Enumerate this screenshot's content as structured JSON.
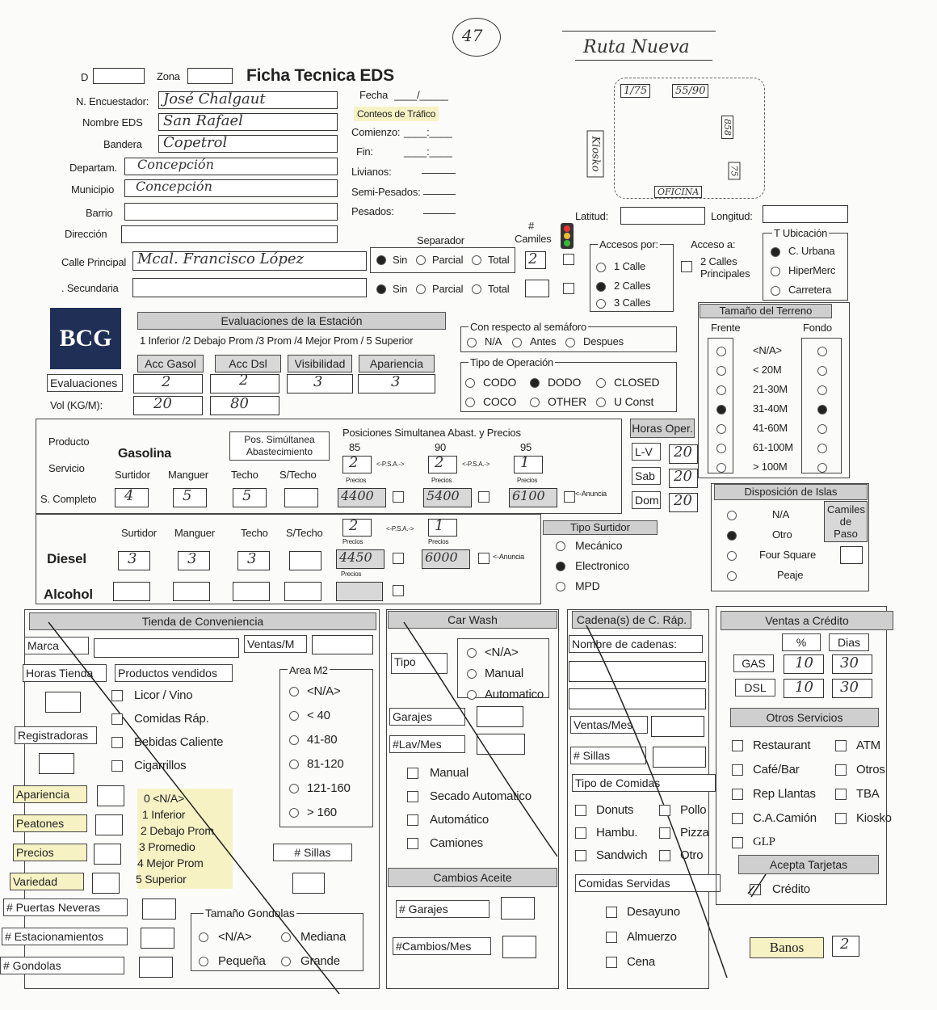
{
  "page_number": "47",
  "route_note": "Ruta Nueva",
  "sketch": {
    "box1": "1/75",
    "box2": "55/90",
    "kiosk": "Kiosko",
    "oficina": "OFICINA",
    "pump1": "858",
    "pump2": "75"
  },
  "header": {
    "title": "Ficha Tecnica EDS",
    "id_label": "D",
    "zona_label": "Zona",
    "encuestador_label": "N. Encuestador:",
    "encuestador_value": "José Chalgaut",
    "nombre_eds_label": "Nombre EDS",
    "nombre_eds_value": "San Rafael",
    "bandera_label": "Bandera",
    "bandera_value": "Copetrol",
    "departam_label": "Departam.",
    "departam_value": "Concepción",
    "municipio_label": "Municipio",
    "municipio_value": "Concepción",
    "barrio_label": "Barrio",
    "direccion_label": "Dirección",
    "calle_principal_label": "Calle Principal",
    "calle_principal_value": "Mcal. Francisco López",
    "secundaria_label": ". Secundaria"
  },
  "traffic": {
    "fecha_label": "Fecha",
    "fecha_line": "____/_____",
    "conteos_label": "Conteos de Tráfico",
    "comienzo_label": "Comienzo:",
    "comienzo_line": "____:____",
    "fin_label": "Fin:",
    "fin_line": "____:____",
    "livianos_label": "Livianos:",
    "semipesados_label": "Semi-Pesados:",
    "pesados_label": "Pesados:"
  },
  "geo": {
    "latitud_label": "Latitud:",
    "longitud_label": "Longitud:"
  },
  "separador": {
    "label": "Separador",
    "camiles_label": "Camiles",
    "hash": "#",
    "options": [
      "Sin",
      "Parcial",
      "Total"
    ],
    "principal_selected": "Sin",
    "principal_camiles": "2",
    "secundaria_selected": "Sin"
  },
  "accesos": {
    "label": "Accesos por:",
    "options": [
      "1 Calle",
      "2 Calles",
      "3 Calles"
    ],
    "selected": "2 Calles",
    "acceso_a_label": "Acceso a:",
    "acceso_a_option": "2 Calles Principales"
  },
  "ubicacion": {
    "label": "T Ubicación",
    "options": [
      "C. Urbana",
      "HiperMerc",
      "Carretera"
    ],
    "selected": "C. Urbana"
  },
  "bcg_logo": "BCG",
  "evaluaciones": {
    "header": "Evaluaciones de la Estación",
    "scale": "1 Inferior /2 Debajo Prom /3 Prom /4 Mejor Prom / 5 Superior",
    "columns": [
      "Acc Gasol",
      "Acc Dsl",
      "Visibilidad",
      "Apariencia"
    ],
    "row_label": "Evaluaciones",
    "values": [
      "2",
      "2",
      "3",
      "3"
    ],
    "vol_label": "Vol (KG/M):",
    "vol_values": [
      "20",
      "80"
    ]
  },
  "semaforo": {
    "label": "Con respecto al semáforo",
    "options": [
      "N/A",
      "Antes",
      "Despues"
    ]
  },
  "tipo_operacion": {
    "label": "Tipo de Operación",
    "options": [
      "CODO",
      "DODO",
      "CLOSED",
      "COCO",
      "OTHER",
      "U Const"
    ],
    "selected": "DODO"
  },
  "terreno": {
    "header": "Tamaño del Terreno",
    "frente_label": "Frente",
    "fondo_label": "Fondo",
    "options": [
      "<N/A>",
      "< 20M",
      "21-30M",
      "31-40M",
      "41-60M",
      "61-100M",
      "> 100M"
    ],
    "frente_selected": "31-40M",
    "fondo_selected": "31-40M"
  },
  "producto": {
    "producto_label": "Producto",
    "servicio_label": "Servicio",
    "gasolina_label": "Gasolina",
    "pos_label": "Pos. Simúltanea Abastecimiento",
    "posiciones_label": "Posiciones Simultanea Abast. y Precios",
    "octanos": [
      "85",
      "90",
      "95"
    ],
    "col_labels": [
      "Surtidor",
      "Manguer",
      "Techo",
      "S/Techo"
    ],
    "scompleto_label": "S. Completo",
    "gas_values": [
      "4",
      "5",
      "5",
      ""
    ],
    "gas_positions": [
      "2",
      "2",
      "1"
    ],
    "psa_label": "<-P.S.A.->",
    "precios_label": "Precios",
    "gas_prices": [
      "4400",
      "5400",
      "6100"
    ],
    "anuncia_label": "<-Anuncia",
    "diesel_label": "Diesel",
    "diesel_values": [
      "3",
      "3",
      "3",
      ""
    ],
    "diesel_positions": [
      "2",
      "1"
    ],
    "diesel_prices": [
      "4450",
      "6000"
    ],
    "alcohol_label": "Alcohol"
  },
  "horas": {
    "header": "Horas Oper.",
    "rows": [
      {
        "label": "L-V",
        "value": "20"
      },
      {
        "label": "Sab",
        "value": "20"
      },
      {
        "label": "Dom",
        "value": "20"
      }
    ]
  },
  "islas": {
    "header": "Disposición de Islas",
    "options": [
      "N/A",
      "Otro",
      "Four Square",
      "Peaje"
    ],
    "selected": "Otro",
    "camiles_paso": "Camiles de Paso"
  },
  "surtidor_tipo": {
    "header": "Tipo Surtidor",
    "options": [
      "Mecánico",
      "Electronico",
      "MPD"
    ],
    "selected": "Electronico"
  },
  "tienda": {
    "header": "Tienda de Conveniencia",
    "marca": "Marca",
    "ventas_m": "Ventas/M",
    "horas_tienda": "Horas Tienda",
    "productos_vendidos": "Productos vendidos",
    "productos": [
      "Licor / Vino",
      "Comidas Ráp.",
      "Bebidas Caliente",
      "Cigarrillos"
    ],
    "area_label": "Area M2",
    "area_options": [
      "<N/A>",
      "< 40",
      "41-80",
      "81-120",
      "121-160",
      "> 160"
    ],
    "registradoras": "Registradoras",
    "ratings": [
      "Apariencia",
      "Peatones",
      "Precios",
      "Variedad"
    ],
    "scale": [
      "0 <N/A>",
      "1 Inferior",
      "2 Debajo Prom",
      "3 Promedio",
      "4 Mejor Prom",
      "5 Superior"
    ],
    "sillas": "# Sillas",
    "puertas": "# Puertas Neveras",
    "estacionamientos": "# Estacionamientos",
    "gondolas": "# Gondolas",
    "tam_gondolas": "Tamaño Gondolas",
    "gondola_options": [
      "<N/A>",
      "Mediana",
      "Pequeña",
      "Grande"
    ]
  },
  "carwash": {
    "header": "Car Wash",
    "tipo": "Tipo",
    "tipo_options": [
      "<N/A>",
      "Manual",
      "Automatico"
    ],
    "garajes": "Garajes",
    "lav_mes": "#Lav/Mes",
    "services": [
      "Manual",
      "Secado Automatico",
      "Automático",
      "Camiones"
    ],
    "cambios_header": "Cambios Aceite",
    "cambios_garajes": "# Garajes",
    "cambios_mes": "#Cambios/Mes"
  },
  "cadenas": {
    "header": "Cadena(s) de C. Ráp.",
    "nombre": "Nombre de cadenas:",
    "ventas_mes": "Ventas/Mes",
    "sillas": "# Sillas",
    "tipo_comidas": "Tipo de Comidas",
    "comidas": [
      "Donuts",
      "Pollo",
      "Hambu.",
      "Pizza",
      "Sandwich",
      "Otro"
    ],
    "servidas": "Comidas Servidas",
    "servidas_options": [
      "Desayuno",
      "Almuerzo",
      "Cena"
    ]
  },
  "credito": {
    "header": "Ventas a Crédito",
    "pct_label": "%",
    "dias_label": "Dias",
    "rows": [
      {
        "label": "GAS",
        "pct": "10",
        "dias": "30"
      },
      {
        "label": "DSL",
        "pct": "10",
        "dias": "30"
      }
    ],
    "otros_header": "Otros Servicios",
    "otros": [
      "Restaurant",
      "ATM",
      "Café/Bar",
      "Otros",
      "Rep Llantas",
      "TBA",
      "C.A.Camión",
      "Kiosko",
      "GLP"
    ],
    "tarjetas_header": "Acepta Tarjetas",
    "tarjetas_option": "Crédito",
    "banos_label": "Banos",
    "banos_value": "2"
  }
}
